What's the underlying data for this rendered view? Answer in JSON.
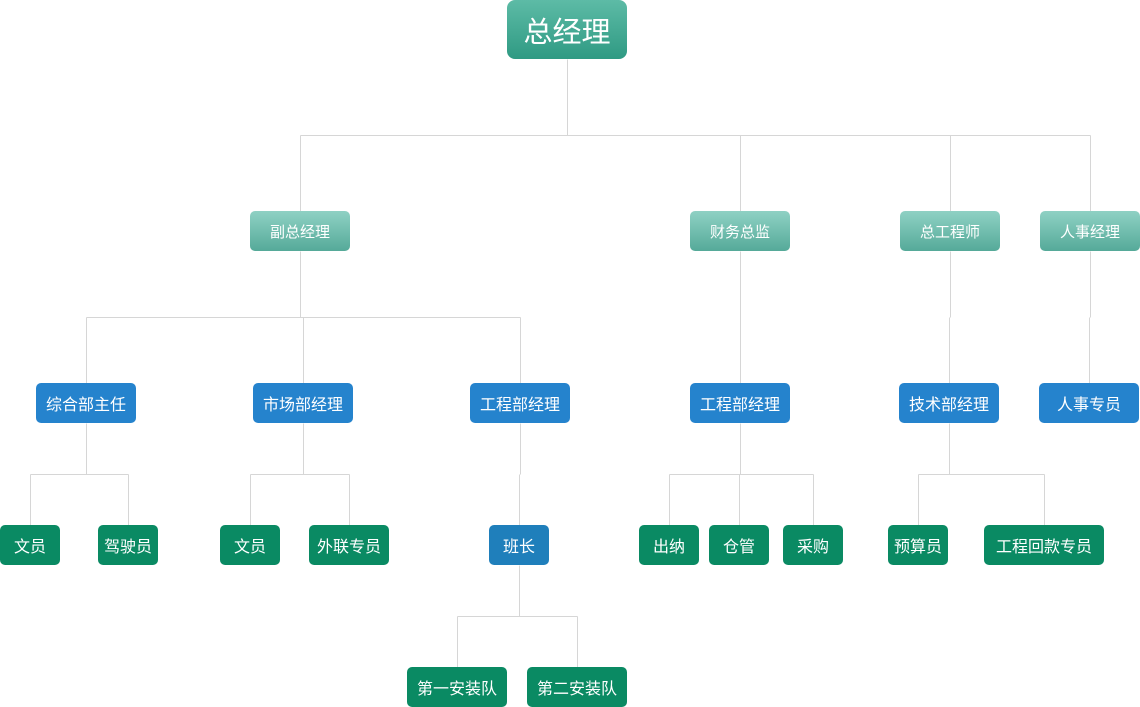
{
  "nodes": [
    {
      "id": "gm",
      "label": "总经理"
    },
    {
      "id": "vgm",
      "label": "副总经理"
    },
    {
      "id": "cfo",
      "label": "财务总监"
    },
    {
      "id": "ce",
      "label": "总工程师"
    },
    {
      "id": "hrm",
      "label": "人事经理"
    },
    {
      "id": "admin_head",
      "label": "综合部主任"
    },
    {
      "id": "market_mgr",
      "label": "市场部经理"
    },
    {
      "id": "eng_mgr_a",
      "label": "工程部经理"
    },
    {
      "id": "eng_mgr_b",
      "label": "工程部经理"
    },
    {
      "id": "tech_mgr",
      "label": "技术部经理"
    },
    {
      "id": "hr_staff",
      "label": "人事专员"
    },
    {
      "id": "clerk_a",
      "label": "文员"
    },
    {
      "id": "driver",
      "label": "驾驶员"
    },
    {
      "id": "clerk_b",
      "label": "文员"
    },
    {
      "id": "liaison",
      "label": "外联专员"
    },
    {
      "id": "foreman",
      "label": "班长"
    },
    {
      "id": "cashier",
      "label": "出纳"
    },
    {
      "id": "warehouse",
      "label": "仓管"
    },
    {
      "id": "purchasing",
      "label": "采购"
    },
    {
      "id": "budget",
      "label": "预算员"
    },
    {
      "id": "collection",
      "label": "工程回款专员"
    },
    {
      "id": "team1",
      "label": "第一安装队"
    },
    {
      "id": "team2",
      "label": "第二安装队"
    }
  ],
  "edges": [
    [
      "gm",
      "vgm"
    ],
    [
      "gm",
      "cfo"
    ],
    [
      "gm",
      "ce"
    ],
    [
      "gm",
      "hrm"
    ],
    [
      "vgm",
      "admin_head"
    ],
    [
      "vgm",
      "market_mgr"
    ],
    [
      "vgm",
      "eng_mgr_a"
    ],
    [
      "cfo",
      "eng_mgr_b"
    ],
    [
      "ce",
      "tech_mgr"
    ],
    [
      "hrm",
      "hr_staff"
    ],
    [
      "admin_head",
      "clerk_a"
    ],
    [
      "admin_head",
      "driver"
    ],
    [
      "market_mgr",
      "clerk_b"
    ],
    [
      "market_mgr",
      "liaison"
    ],
    [
      "eng_mgr_a",
      "foreman"
    ],
    [
      "eng_mgr_b",
      "cashier"
    ],
    [
      "eng_mgr_b",
      "warehouse"
    ],
    [
      "eng_mgr_b",
      "purchasing"
    ],
    [
      "tech_mgr",
      "budget"
    ],
    [
      "tech_mgr",
      "collection"
    ],
    [
      "foreman",
      "team1"
    ],
    [
      "foreman",
      "team2"
    ]
  ],
  "colors": {
    "top_gradient": [
      "#5dbba6",
      "#2f9a83"
    ],
    "second_gradient": [
      "#8fd1c4",
      "#55aa99"
    ],
    "third": "#2583cd",
    "fourth": "#0a8a63",
    "foreman": "#1f7fbb",
    "connector": "#d6d6d6",
    "text": "#ffffff"
  }
}
